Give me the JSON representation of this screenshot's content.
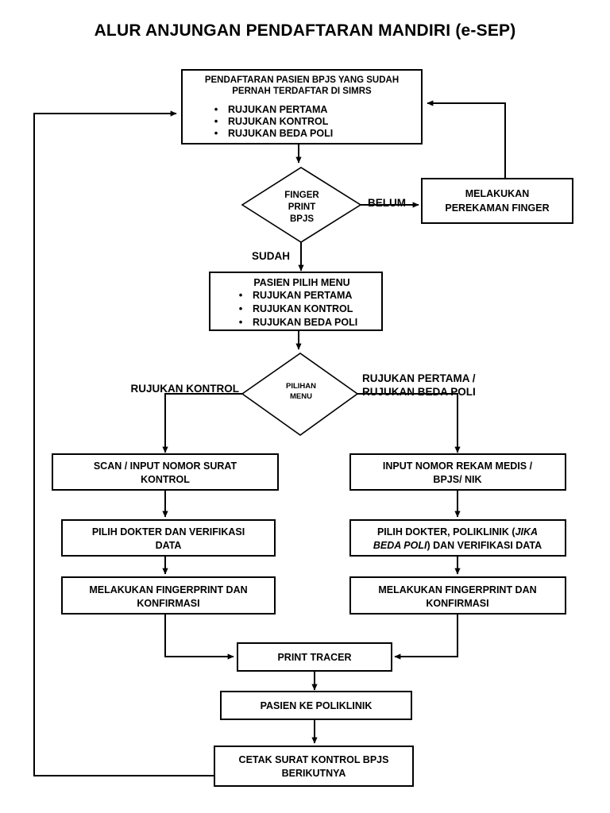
{
  "title": "ALUR ANJUNGAN PENDAFTARAN MANDIRI (e-SEP)",
  "chart_data": {
    "type": "diagram",
    "title": "ALUR ANJUNGAN PENDAFTARAN MANDIRI (e-SEP)",
    "nodes": [
      {
        "id": "n1",
        "shape": "process",
        "heading_line1": "PENDAFTARAN PASIEN BPJS YANG SUDAH",
        "heading_line2": "PERNAH TERDAFTAR DI SIMRS",
        "bullets": [
          "RUJUKAN PERTAMA",
          "RUJUKAN KONTROL",
          "RUJUKAN BEDA POLI"
        ]
      },
      {
        "id": "n2",
        "shape": "decision",
        "lines": [
          "FINGER",
          "PRINT",
          "BPJS"
        ]
      },
      {
        "id": "n3",
        "shape": "process",
        "lines": [
          "MELAKUKAN",
          "PEREKAMAN FINGER"
        ]
      },
      {
        "id": "n4",
        "shape": "process",
        "heading_line1": "PASIEN PILIH MENU",
        "bullets": [
          "RUJUKAN PERTAMA",
          "RUJUKAN KONTROL",
          "RUJUKAN BEDA POLI"
        ]
      },
      {
        "id": "n5",
        "shape": "decision",
        "lines": [
          "PILIHAN",
          "MENU"
        ]
      },
      {
        "id": "n6",
        "shape": "process",
        "lines": [
          "SCAN / INPUT NOMOR SURAT",
          "KONTROL"
        ]
      },
      {
        "id": "n7",
        "shape": "process",
        "lines": [
          "INPUT NOMOR REKAM MEDIS /",
          "BPJS/ NIK"
        ]
      },
      {
        "id": "n8",
        "shape": "process",
        "lines": [
          "PILIH DOKTER DAN VERIFIKASI",
          "DATA"
        ]
      },
      {
        "id": "n9",
        "shape": "process",
        "line1_a": "PILIH DOKTER, POLIKLINIK (",
        "line1_b": "JIKA",
        "line2_a": "BEDA POLI",
        "line2_b": ") DAN VERIFIKASI DATA"
      },
      {
        "id": "n10",
        "shape": "process",
        "lines": [
          "MELAKUKAN FINGERPRINT DAN",
          "KONFIRMASI"
        ]
      },
      {
        "id": "n11",
        "shape": "process",
        "lines": [
          "MELAKUKAN FINGERPRINT DAN",
          "KONFIRMASI"
        ]
      },
      {
        "id": "n12",
        "shape": "process",
        "lines": [
          "PRINT TRACER"
        ]
      },
      {
        "id": "n13",
        "shape": "process",
        "lines": [
          "PASIEN KE POLIKLINIK"
        ]
      },
      {
        "id": "n14",
        "shape": "process",
        "lines": [
          "CETAK SURAT KONTROL BPJS",
          "BERIKUTNYA"
        ]
      }
    ],
    "edge_labels": {
      "belum": "BELUM",
      "sudah": "SUDAH",
      "rujukan_kontrol": "RUJUKAN KONTROL",
      "rujukan_pertama": "RUJUKAN PERTAMA /",
      "rujukan_beda_poli": "RUJUKAN BEDA POLI"
    },
    "edges": [
      {
        "from": "n1",
        "to": "n2"
      },
      {
        "from": "n2",
        "to": "n3",
        "label": "BELUM"
      },
      {
        "from": "n3",
        "to": "n1"
      },
      {
        "from": "n2",
        "to": "n4",
        "label": "SUDAH"
      },
      {
        "from": "n4",
        "to": "n5"
      },
      {
        "from": "n5",
        "to": "n6",
        "label": "RUJUKAN KONTROL"
      },
      {
        "from": "n5",
        "to": "n7",
        "label": "RUJUKAN PERTAMA / RUJUKAN BEDA POLI"
      },
      {
        "from": "n6",
        "to": "n8"
      },
      {
        "from": "n8",
        "to": "n10"
      },
      {
        "from": "n10",
        "to": "n12"
      },
      {
        "from": "n7",
        "to": "n9"
      },
      {
        "from": "n9",
        "to": "n11"
      },
      {
        "from": "n11",
        "to": "n12"
      },
      {
        "from": "n12",
        "to": "n13"
      },
      {
        "from": "n13",
        "to": "n14"
      },
      {
        "from": "n14",
        "to": "n1"
      }
    ],
    "colors": {
      "background": "#ffffff",
      "stroke": "#000000",
      "text": "#000000"
    }
  },
  "bullet_glyph": "•"
}
